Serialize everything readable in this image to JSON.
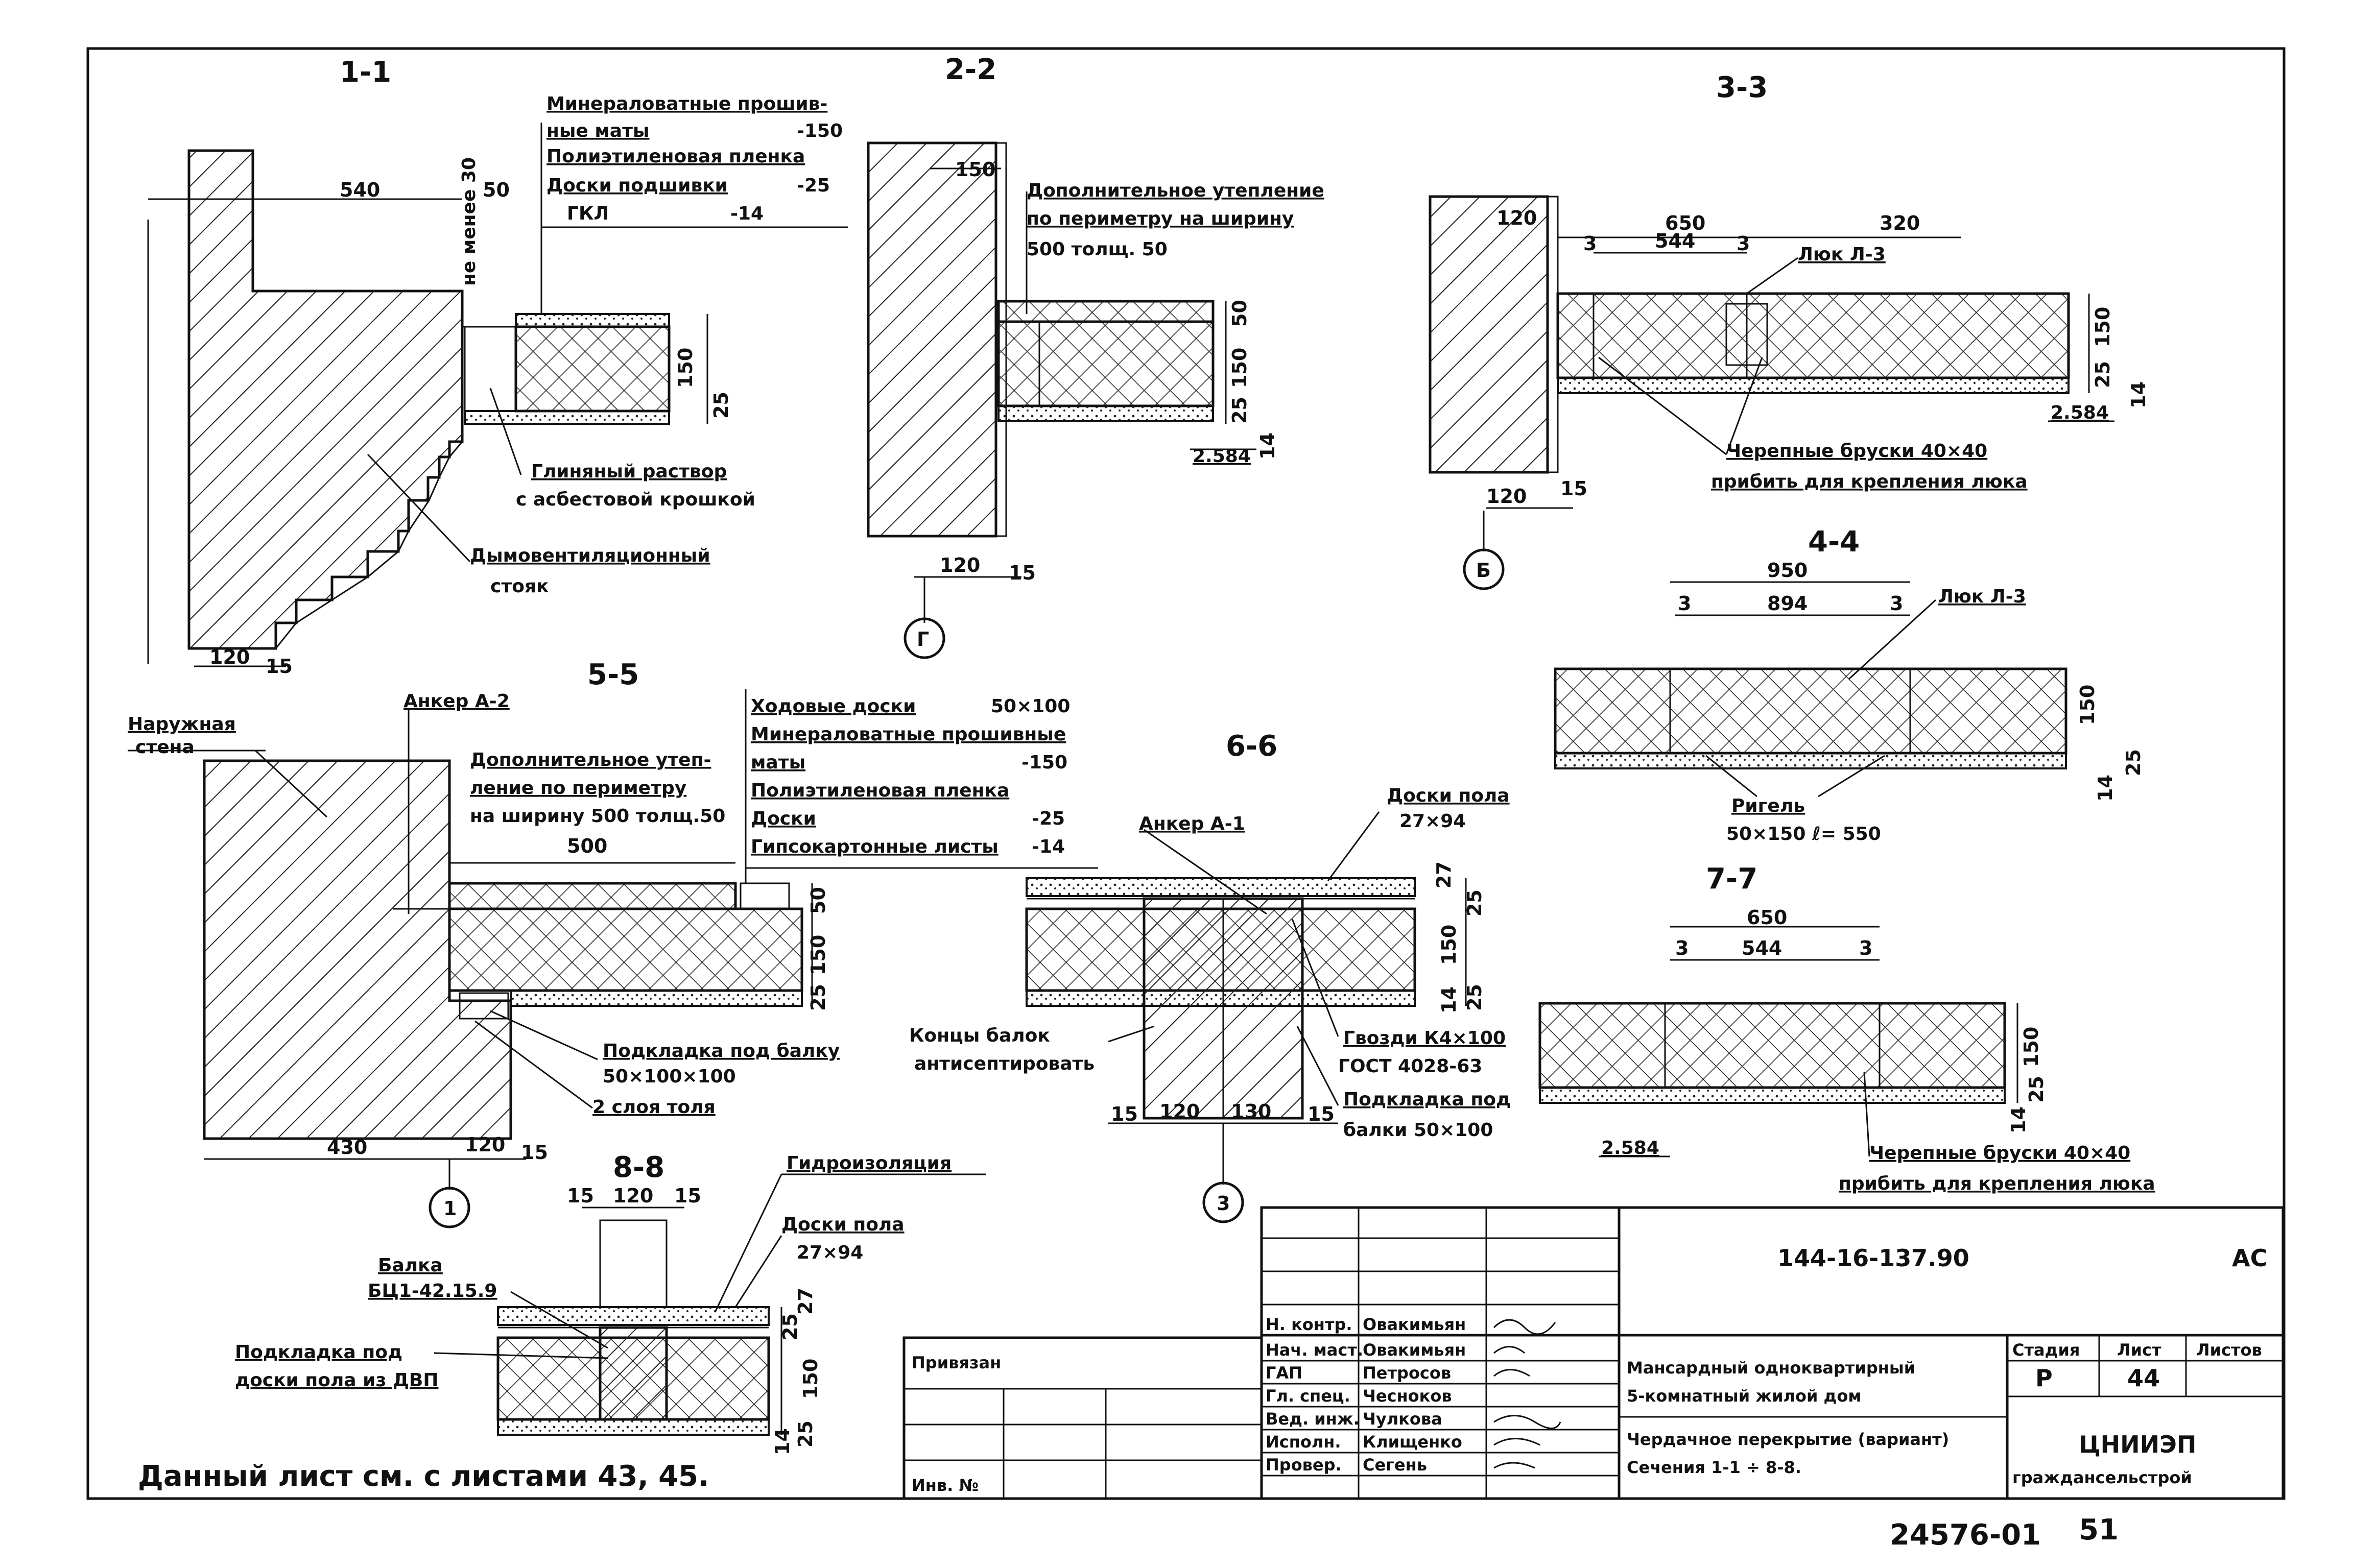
{
  "sheet": {
    "doc_code": "144-16-137.90",
    "doc_mark": "АС",
    "archive_number": "24576-01",
    "page_number": "51",
    "footnote": "Данный лист см. с листами 43, 45."
  },
  "sections": {
    "s1": {
      "title": "1-1",
      "dims": [
        "540",
        "50",
        "150",
        "25",
        "120",
        "15"
      ],
      "notch_label": "не менее 30",
      "spec": [
        "Минераловатные прошив-",
        "ные маты",
        "-150",
        "Полиэтиленовая пленка",
        "Доски подшивки",
        "-25",
        "ГКЛ",
        "-14"
      ],
      "labels": [
        "Глиняный раствор",
        "с асбестовой крошкой",
        "Дымовентиляционный",
        "стояк"
      ]
    },
    "s2": {
      "title": "2-2",
      "dims": [
        "150",
        "50",
        "150",
        "25",
        "14",
        "120",
        "15"
      ],
      "elev": "2.584",
      "labels": [
        "Дополнительное утепление",
        "по периметру на ширину",
        "500 толщ. 50"
      ],
      "axis": "Г"
    },
    "s3": {
      "title": "3-3",
      "dims": [
        "120",
        "650",
        "320",
        "3",
        "544",
        "3",
        "150",
        "25",
        "14",
        "120",
        "15"
      ],
      "elev": "2.584",
      "labels": [
        "Люк Л-3",
        "Черепные бруски 40×40",
        "прибить для крепления люка"
      ],
      "axis": "Б"
    },
    "s4": {
      "title": "4-4",
      "dims": [
        "950",
        "3",
        "894",
        "3",
        "150",
        "14",
        "25"
      ],
      "labels": [
        "Люк Л-3",
        "Ригель",
        "50×150 ℓ= 550"
      ]
    },
    "s5": {
      "title": "5-5",
      "dims": [
        "500",
        "50",
        "150",
        "25",
        "430",
        "120",
        "15"
      ],
      "labels": [
        "Наружная",
        "стена",
        "Анкер А-2",
        "Дополнительное утеп-",
        "ление по периметру",
        "на ширину 500 толщ.50",
        "Подкладка под балку",
        "50×100×100",
        "2 слоя толя"
      ],
      "spec": [
        [
          "Ходовые доски",
          "50×100"
        ],
        [
          "Минераловатные прошивные",
          ""
        ],
        [
          "маты",
          "-150"
        ],
        [
          "Полиэтиленовая пленка",
          ""
        ],
        [
          "Доски",
          "-25"
        ],
        [
          "Гипсокартонные листы",
          "-14"
        ]
      ],
      "axis": "1"
    },
    "s6": {
      "title": "6-6",
      "dims": [
        "27",
        "25",
        "150",
        "14",
        "25",
        "15",
        "120",
        "130",
        "15"
      ],
      "labels": [
        "Анкер А-1",
        "Доски пола",
        "27×94",
        "Концы балок",
        "антисептировать",
        "Гвозди К4×100",
        "ГОСТ 4028-63",
        "Подкладка под",
        "балки 50×100"
      ],
      "axis": "3"
    },
    "s7": {
      "title": "7-7",
      "dims": [
        "650",
        "3",
        "544",
        "3",
        "150",
        "25",
        "14"
      ],
      "elev": "2.584",
      "labels": [
        "Черепные бруски 40×40",
        "прибить для крепления люка"
      ]
    },
    "s8": {
      "title": "8-8",
      "dims": [
        "15",
        "120",
        "15",
        "27",
        "25",
        "150",
        "14",
        "25"
      ],
      "labels": [
        "Гидроизоляция",
        "Доски пола",
        "27×94",
        "Балка",
        "БЦ1-42.15.9",
        "Подкладка под",
        "доски пола из ДВП"
      ]
    }
  },
  "title_block": {
    "privyazan": "Привязан",
    "inv": "Инв. №",
    "roles": [
      "Н. контр.",
      "Нач. маст.",
      "ГАП",
      "Гл. спец.",
      "Вед. инж.",
      "Исполн.",
      "Провер."
    ],
    "names": [
      "Овакимьян",
      "Овакимьян",
      "Петросов",
      "Чесноков",
      "Чулкова",
      "Клищенко",
      "Сегень"
    ],
    "project": [
      "Мансардный одноквартирный",
      "5-комнатный жилой дом"
    ],
    "sheet_title": [
      "Чердачное перекрытие (вариант)",
      "Сечения 1-1 ÷ 8-8."
    ],
    "stage_label": "Стадия",
    "sheet_label": "Лист",
    "sheets_label": "Листов",
    "stage": "Р",
    "sheet_no": "44",
    "org": [
      "ЦНИИЭП",
      "граждансельстрой"
    ]
  }
}
